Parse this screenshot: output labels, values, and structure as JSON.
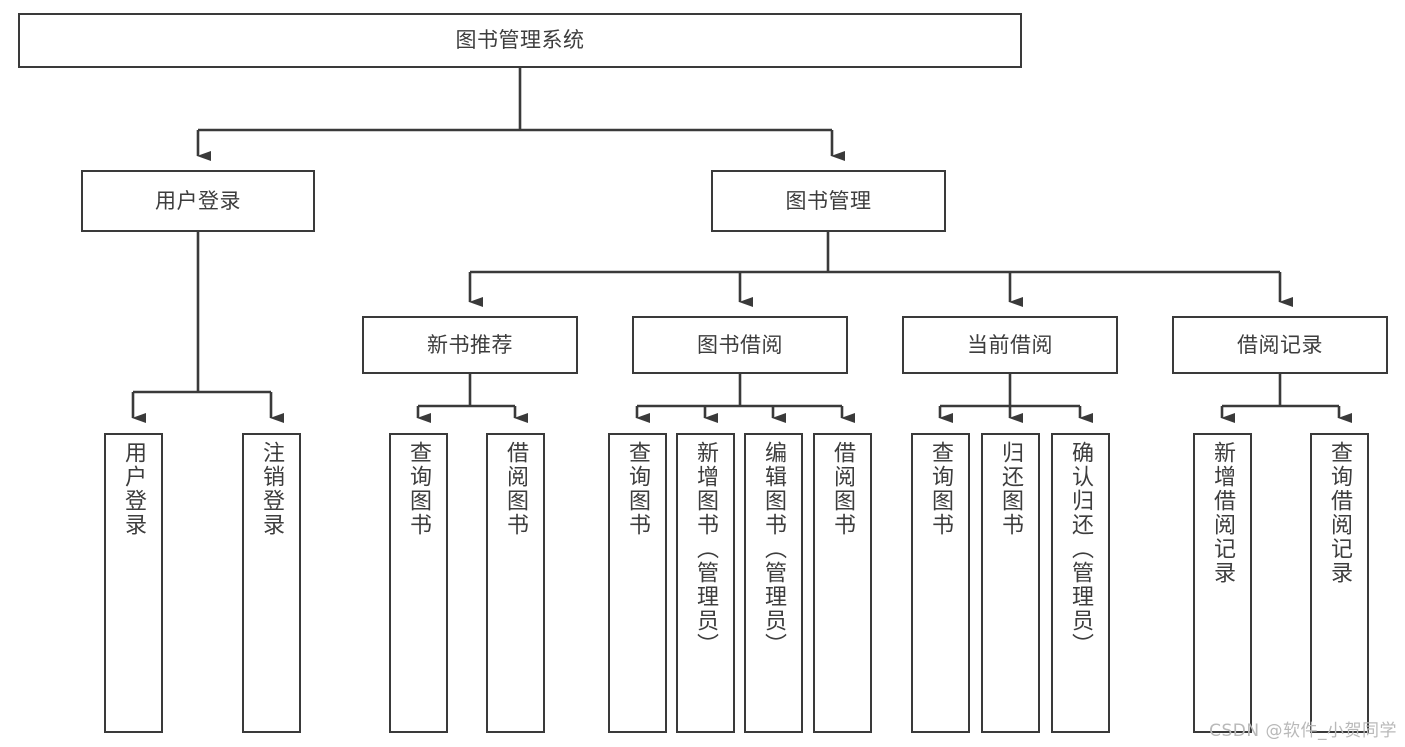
{
  "diagram": {
    "title": "图书管理系统",
    "watermark": "CSDN @软件_小贺同学",
    "line_color": "#3a3a3a",
    "box_fill": "#ffffff",
    "text_color": "#3d3d3d",
    "type": "tree-diagram",
    "nodes": {
      "root": {
        "label": "图书管理系统",
        "level": 1,
        "orientation": "horizontal"
      },
      "user_login": {
        "label": "用户登录",
        "level": 2,
        "orientation": "horizontal"
      },
      "book_manage": {
        "label": "图书管理",
        "level": 2,
        "orientation": "horizontal"
      },
      "new_book_rec": {
        "label": "新书推荐",
        "level": 3,
        "orientation": "horizontal"
      },
      "book_borrow": {
        "label": "图书借阅",
        "level": 3,
        "orientation": "horizontal"
      },
      "current_borrow": {
        "label": "当前借阅",
        "level": 3,
        "orientation": "horizontal"
      },
      "borrow_record": {
        "label": "借阅记录",
        "level": 3,
        "orientation": "horizontal"
      },
      "leaf_user_login": {
        "label": "用户登录",
        "level": 4,
        "orientation": "vertical"
      },
      "leaf_logout": {
        "label": "注销登录",
        "level": 4,
        "orientation": "vertical"
      },
      "leaf_query_book_a": {
        "label": "查询图书",
        "level": 4,
        "orientation": "vertical"
      },
      "leaf_borrow_book_a": {
        "label": "借阅图书",
        "level": 4,
        "orientation": "vertical"
      },
      "leaf_query_book_b": {
        "label": "查询图书",
        "level": 4,
        "orientation": "vertical"
      },
      "leaf_add_book": {
        "label": "新增图书（管理员）",
        "level": 4,
        "orientation": "vertical"
      },
      "leaf_edit_book": {
        "label": "编辑图书（管理员）",
        "level": 4,
        "orientation": "vertical"
      },
      "leaf_borrow_book_b": {
        "label": "借阅图书",
        "level": 4,
        "orientation": "vertical"
      },
      "leaf_query_book_c": {
        "label": "查询图书",
        "level": 4,
        "orientation": "vertical"
      },
      "leaf_return_book": {
        "label": "归还图书",
        "level": 4,
        "orientation": "vertical"
      },
      "leaf_confirm_return": {
        "label": "确认归还（管理员）",
        "level": 4,
        "orientation": "vertical"
      },
      "leaf_add_record": {
        "label": "新增借阅记录",
        "level": 4,
        "orientation": "vertical"
      },
      "leaf_query_record": {
        "label": "查询借阅记录",
        "level": 4,
        "orientation": "vertical"
      }
    },
    "edges": [
      {
        "from": "root",
        "to": "user_login"
      },
      {
        "from": "root",
        "to": "book_manage"
      },
      {
        "from": "user_login",
        "to": "leaf_user_login"
      },
      {
        "from": "user_login",
        "to": "leaf_logout"
      },
      {
        "from": "book_manage",
        "to": "new_book_rec"
      },
      {
        "from": "book_manage",
        "to": "book_borrow"
      },
      {
        "from": "book_manage",
        "to": "current_borrow"
      },
      {
        "from": "book_manage",
        "to": "borrow_record"
      },
      {
        "from": "new_book_rec",
        "to": "leaf_query_book_a"
      },
      {
        "from": "new_book_rec",
        "to": "leaf_borrow_book_a"
      },
      {
        "from": "book_borrow",
        "to": "leaf_query_book_b"
      },
      {
        "from": "book_borrow",
        "to": "leaf_add_book"
      },
      {
        "from": "book_borrow",
        "to": "leaf_edit_book"
      },
      {
        "from": "book_borrow",
        "to": "leaf_borrow_book_b"
      },
      {
        "from": "current_borrow",
        "to": "leaf_query_book_c"
      },
      {
        "from": "current_borrow",
        "to": "leaf_return_book"
      },
      {
        "from": "current_borrow",
        "to": "leaf_confirm_return"
      },
      {
        "from": "borrow_record",
        "to": "leaf_add_record"
      },
      {
        "from": "borrow_record",
        "to": "leaf_query_record"
      }
    ]
  }
}
